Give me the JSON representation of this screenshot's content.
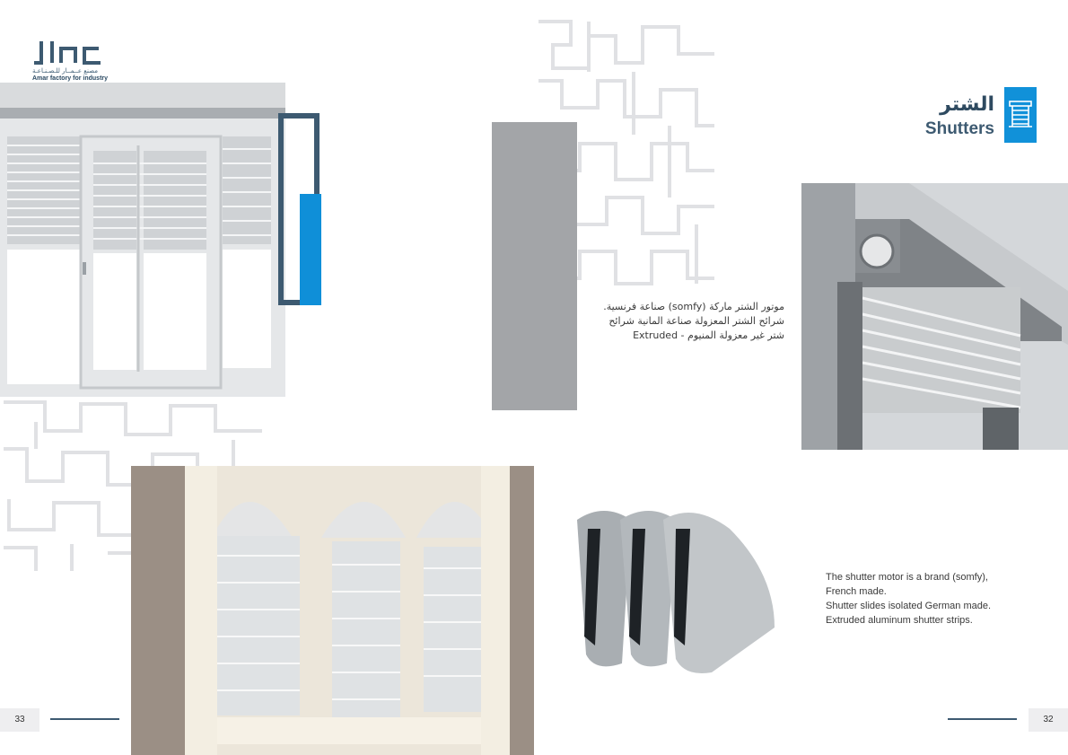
{
  "logo": {
    "mark": "JLIC",
    "arabic": "مصنع عــمــار للـصـنـاعـة",
    "english": "Amar factory for industry"
  },
  "title": {
    "arabic": "الشتر",
    "english": "Shutters",
    "icon": "shutter-icon"
  },
  "arabic_description": [
    "موتور الشتر ماركة (somfy) صناعة فرنسية.",
    "شرائح الشتر المعزولة صناعة المانية شرائح",
    "شتر غير معزولة المنيوم - Extruded"
  ],
  "english_description": [
    "The shutter motor is a brand (somfy),",
    "French made.",
    "Shutter slides isolated German made.",
    "Extruded aluminum shutter strips."
  ],
  "pages": {
    "left": "33",
    "right": "32"
  },
  "colors": {
    "accent_blue": "#0f8fd8",
    "dark_blue": "#3d5a71",
    "gray": "#a3a5a8"
  }
}
